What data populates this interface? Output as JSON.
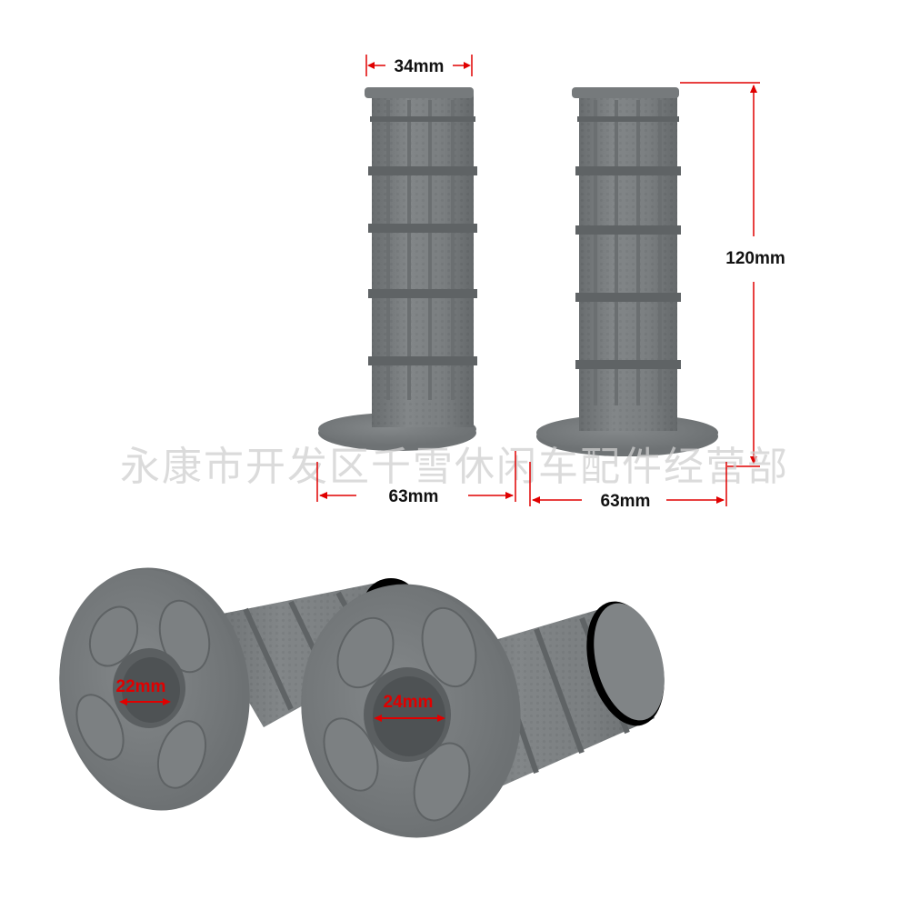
{
  "watermark": "永康市开发区千雪休闲车配件经营部",
  "dimensions": {
    "top_width": "34mm",
    "height": "120mm",
    "flange_left": "63mm",
    "flange_right": "63mm",
    "inner_left": "22mm",
    "inner_right": "24mm"
  },
  "colors": {
    "grip": "#7b7f81",
    "grip_dark": "#5f6365",
    "grip_light": "#8e9294",
    "dim_line": "#e00000"
  }
}
